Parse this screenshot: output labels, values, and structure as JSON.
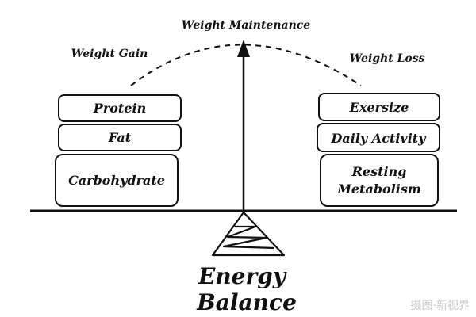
{
  "labels": {
    "maintenance": "Weight Maintenance",
    "gain": "Weight Gain",
    "loss": "Weight Loss",
    "title_line1": "Energy",
    "title_line2": "Balance"
  },
  "left_stack": [
    "Protein",
    "Fat",
    "Carbohydrate"
  ],
  "right_stack": [
    "Exersize",
    "Daily Activity",
    "Resting",
    "Metabolism"
  ],
  "watermark": "摄图·新视界"
}
